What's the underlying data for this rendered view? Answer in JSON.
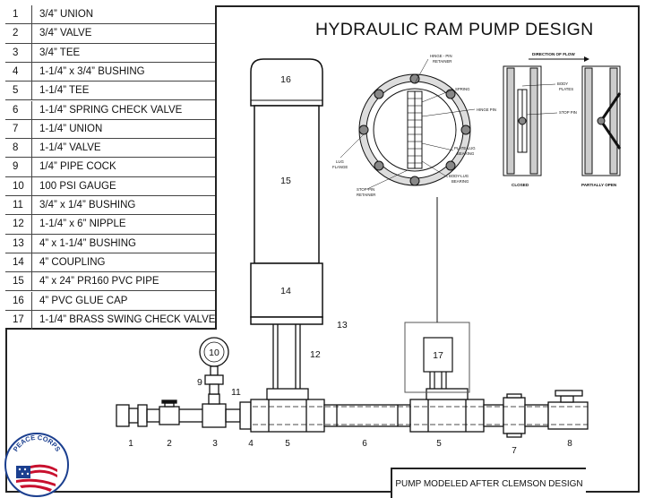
{
  "title": "HYDRAULIC RAM PUMP DESIGN",
  "parts": [
    {
      "num": "1",
      "desc": "3/4” UNION"
    },
    {
      "num": "2",
      "desc": "3/4” VALVE"
    },
    {
      "num": "3",
      "desc": "3/4” TEE"
    },
    {
      "num": "4",
      "desc": "1-1/4” x  3/4” BUSHING"
    },
    {
      "num": "5",
      "desc": "1-1/4” TEE"
    },
    {
      "num": "6",
      "desc": "1-1/4” SPRING CHECK VALVE"
    },
    {
      "num": "7",
      "desc": "1-1/4” UNION"
    },
    {
      "num": "8",
      "desc": "1-1/4” VALVE"
    },
    {
      "num": "9",
      "desc": "1/4” PIPE COCK"
    },
    {
      "num": "10",
      "desc": "100 PSI GAUGE"
    },
    {
      "num": "11",
      "desc": "3/4” x  1/4” BUSHING"
    },
    {
      "num": "12",
      "desc": "1-1/4” x 6” NIPPLE"
    },
    {
      "num": "13",
      "desc": "4” x 1-1/4” BUSHING"
    },
    {
      "num": "14",
      "desc": "4” COUPLING"
    },
    {
      "num": "15",
      "desc": "4” x 24” PR160 PVC PIPE"
    },
    {
      "num": "16",
      "desc": "4” PVC GLUE CAP"
    },
    {
      "num": "17",
      "desc": "1-1/4” BRASS SWING CHECK VALVE"
    }
  ],
  "diagram_labels": {
    "cap": "16",
    "pipe": "15",
    "coupling": "14",
    "bushing13": "13",
    "nipple": "12",
    "bushing11": "11",
    "gauge": "10",
    "cock": "9",
    "check_valve": "17",
    "bottom": [
      "1",
      "2",
      "3",
      "4",
      "5",
      "6",
      "5",
      "7",
      "8"
    ]
  },
  "detail": {
    "valve_callouts": {
      "hinge_pin_retainer": "HINGE - PIN\nRETAINER",
      "spring": "SPRING",
      "hinge_pin": "HINGE PIN",
      "plate_lug_bearing": "PLATE-LUG\nBEARING",
      "body_lug_bearing": "BODY-LUG\nBEARING",
      "lug_flange": "LUG\nFLANGE",
      "stop_pin_retainer": "STOP-PIN\nRETAINER"
    },
    "flow": {
      "direction": "DIRECTION OF FLOW",
      "body": "BODY",
      "plates": "PLATES",
      "stop_pin": "STOP PIN",
      "closed": "CLOSED",
      "partially_open": "PARTIALLY OPEN"
    }
  },
  "footer": "PUMP MODELED AFTER CLEMSON  DESIGN",
  "logo_text": "PEACE CORPS"
}
